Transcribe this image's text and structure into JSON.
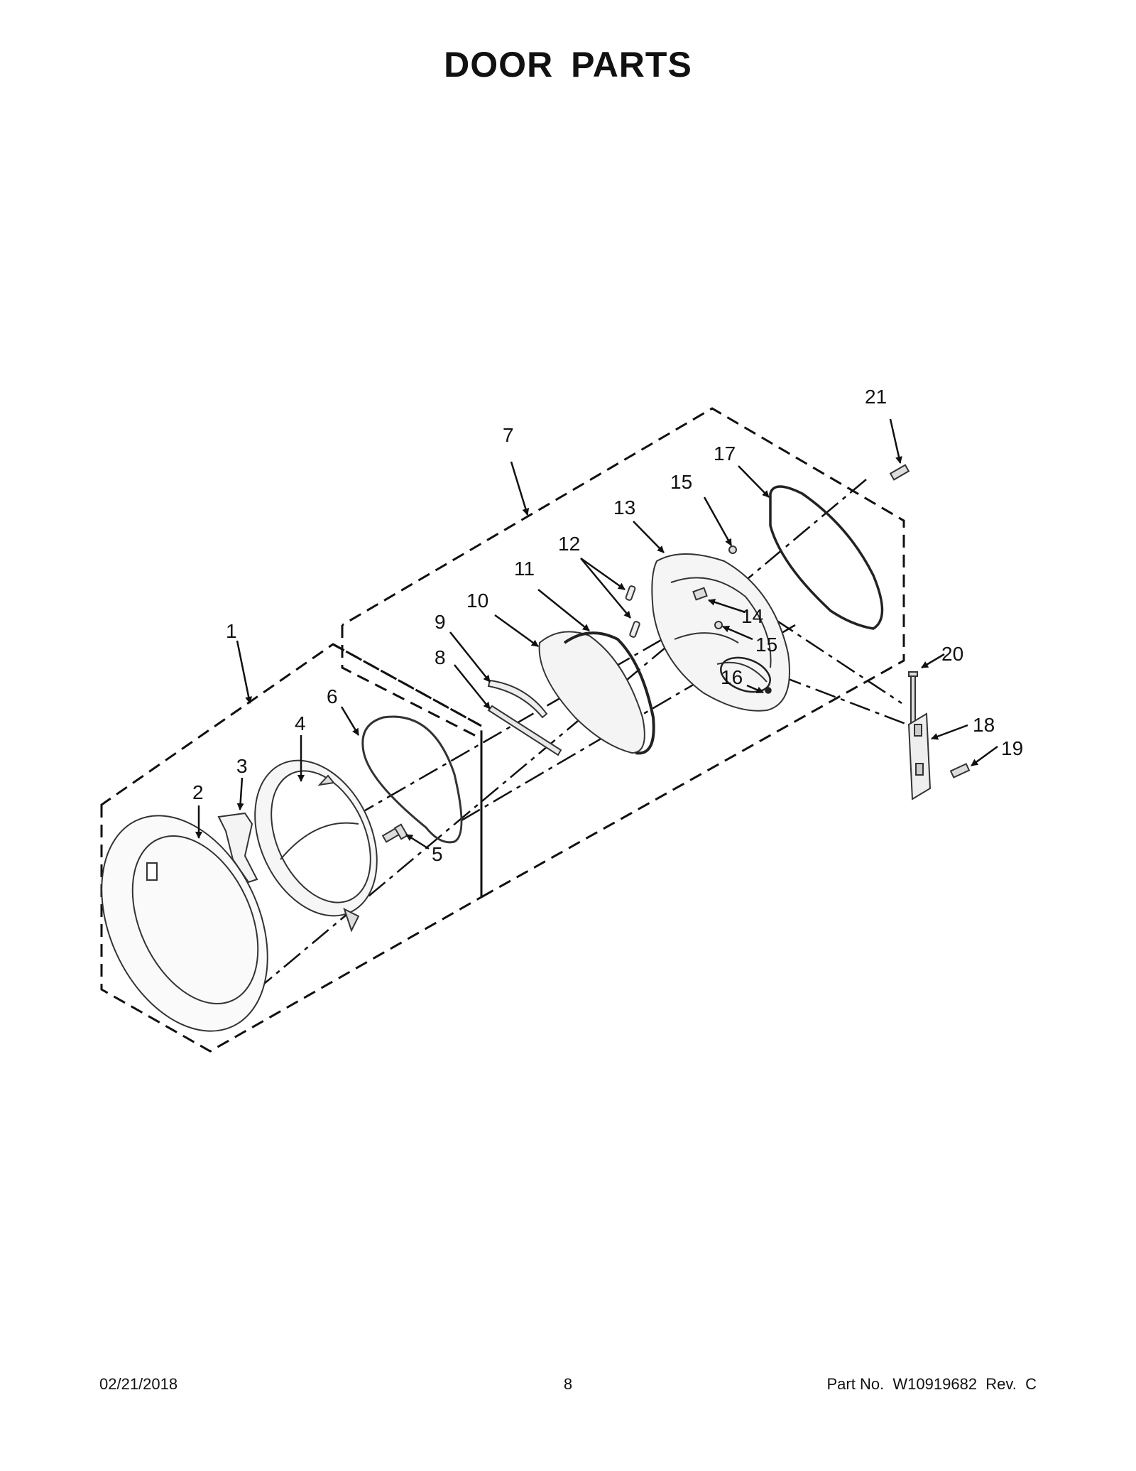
{
  "page_title": "DOOR PARTS",
  "callouts": {
    "c1": "1",
    "c2": "2",
    "c3": "3",
    "c4": "4",
    "c5": "5",
    "c6": "6",
    "c7": "7",
    "c8": "8",
    "c9": "9",
    "c10": "10",
    "c11": "11",
    "c12": "12",
    "c13": "13",
    "c14": "14",
    "c15a": "15",
    "c15b": "15",
    "c16": "16",
    "c17": "17",
    "c18": "18",
    "c19": "19",
    "c20": "20",
    "c21": "21"
  },
  "footer": {
    "date": "02/21/2018",
    "page_number": "8",
    "part_number": "Part No.  W10919682  Rev.  C"
  }
}
